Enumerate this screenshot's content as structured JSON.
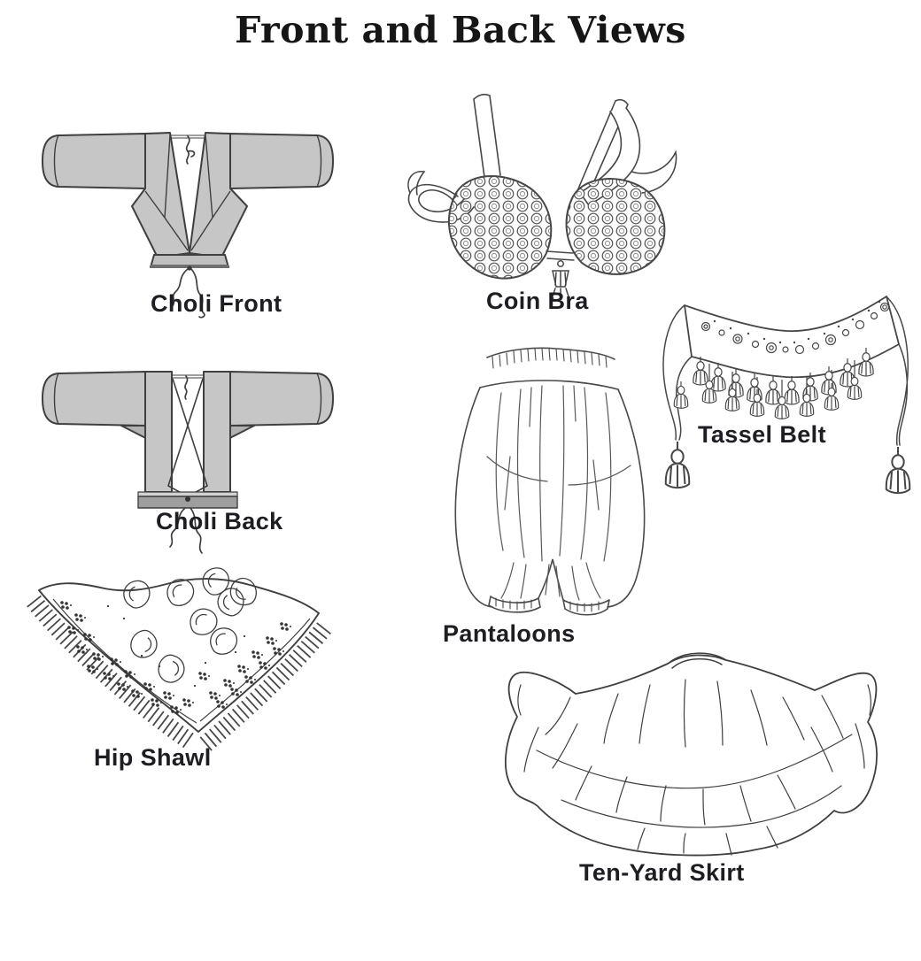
{
  "page": {
    "title": "Front and Back Views"
  },
  "colors": {
    "background": "#ffffff",
    "line": "#3f3f3f",
    "garment_gray": "#c6c6c6",
    "garment_gray_dark": "#b2b2b2",
    "hem_gray": "#9e9e9e",
    "label_text": "#1d1d22",
    "title_text": "#161616"
  },
  "items": [
    {
      "id": "choli-front",
      "label": "Choli Front"
    },
    {
      "id": "coin-bra",
      "label": "Coin Bra"
    },
    {
      "id": "tassel-belt",
      "label": "Tassel Belt"
    },
    {
      "id": "choli-back",
      "label": "Choli Back"
    },
    {
      "id": "pantaloons",
      "label": "Pantaloons"
    },
    {
      "id": "hip-shawl",
      "label": "Hip Shawl"
    },
    {
      "id": "ten-yard-skirt",
      "label": "Ten-Yard Skirt"
    }
  ]
}
